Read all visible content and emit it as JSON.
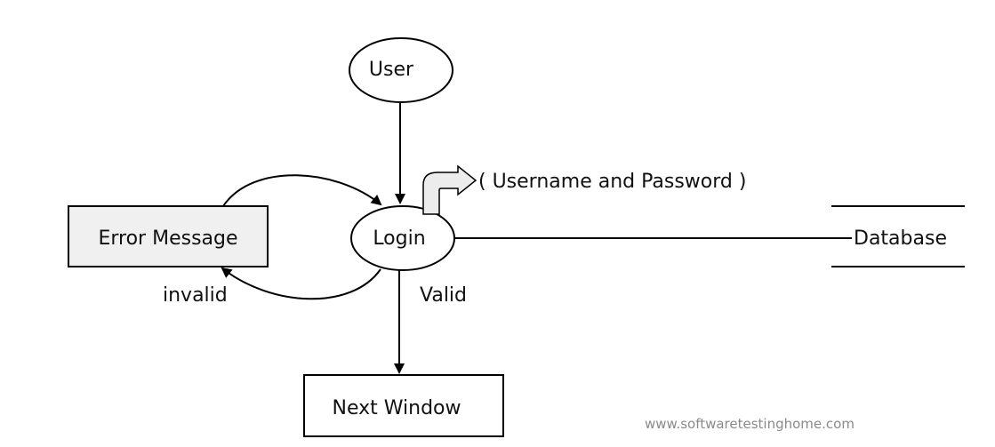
{
  "diagram": {
    "nodes": {
      "user": "User",
      "login": "Login",
      "error": "Error Message",
      "next": "Next Window",
      "database": "Database"
    },
    "labels": {
      "credentials": "( Username and Password )",
      "invalid": "invalid",
      "valid": "Valid"
    },
    "watermark": "www.softwaretestinghome.com"
  }
}
